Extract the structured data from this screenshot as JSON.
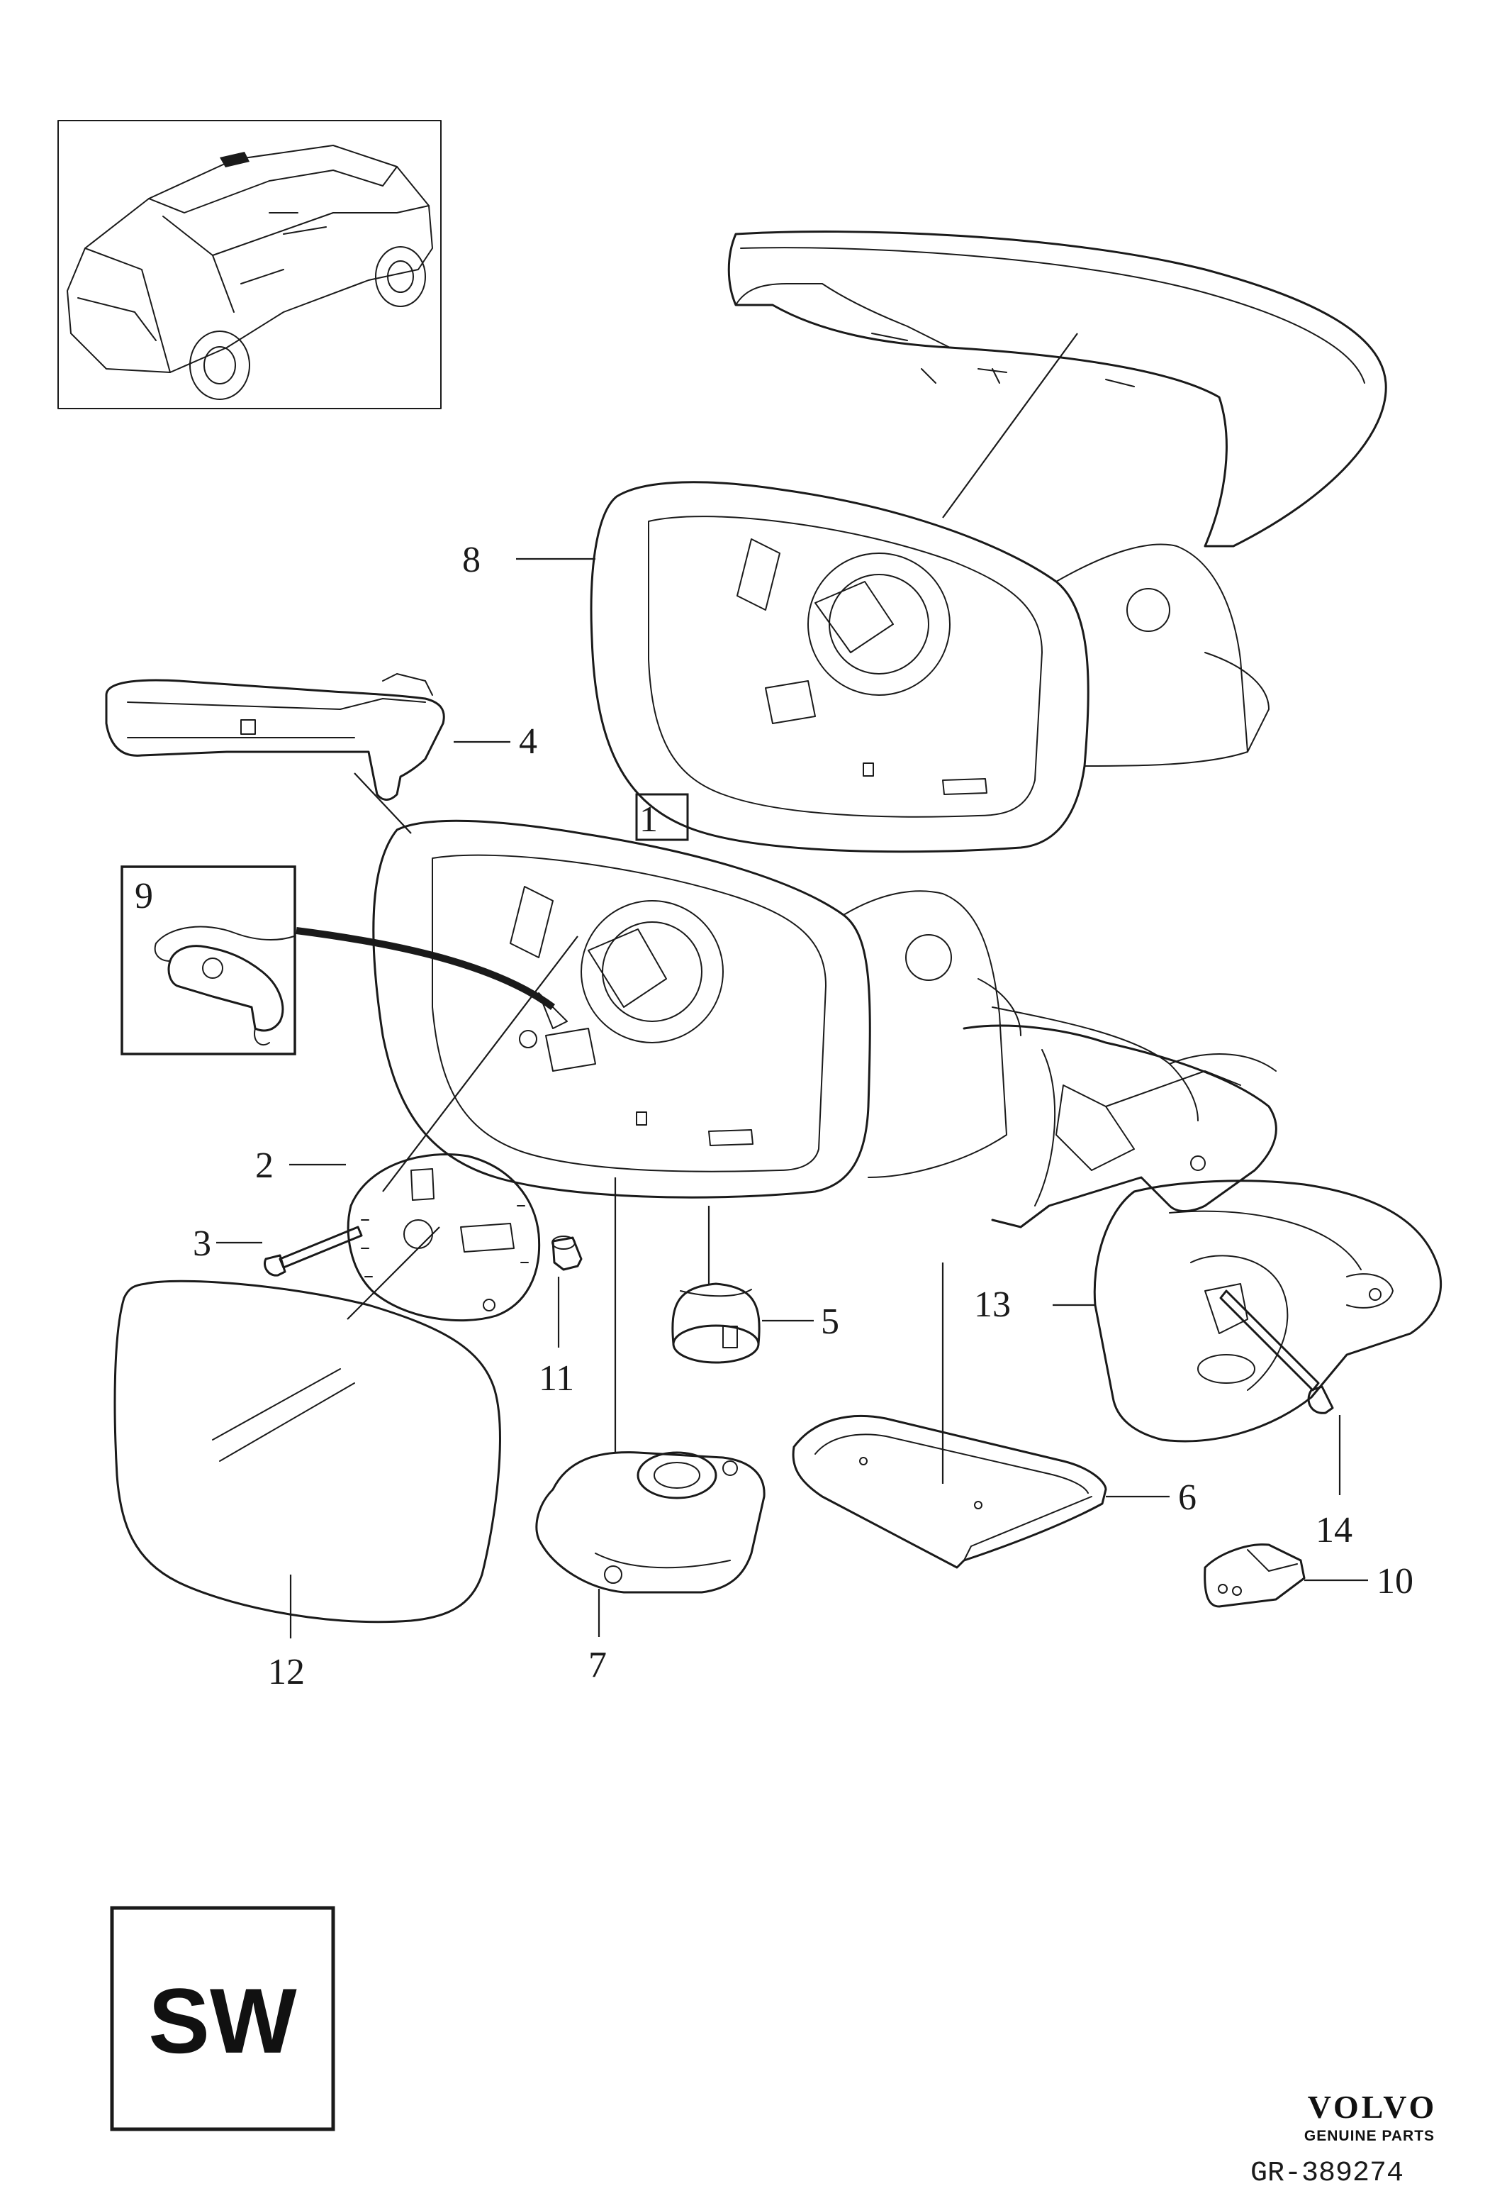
{
  "callouts": {
    "c1": "1",
    "c2": "2",
    "c3": "3",
    "c4": "4",
    "c5": "5",
    "c6": "6",
    "c7": "7",
    "c8": "8",
    "c9": "9",
    "c10": "10",
    "c11": "11",
    "c12": "12",
    "c13": "13",
    "c14": "14"
  },
  "market_code": "SW",
  "brand": {
    "name": "VOLVO",
    "tagline": "GENUINE PARTS"
  },
  "drawing_number": "GR-389274"
}
